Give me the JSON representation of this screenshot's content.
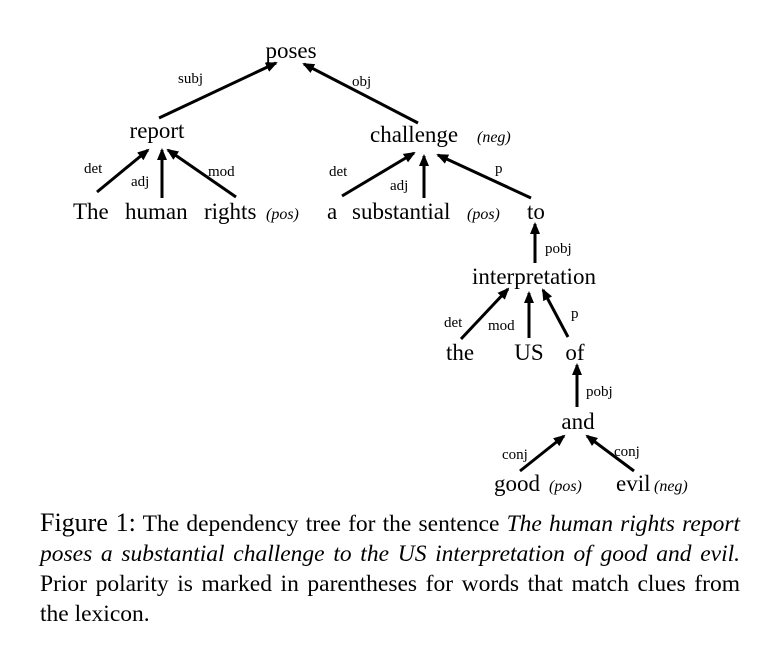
{
  "tree": {
    "nodes": {
      "poses": "poses",
      "report": "report",
      "challenge": "challenge",
      "challenge_pol": "(neg)",
      "the1": "The",
      "human": "human",
      "rights": "rights",
      "rights_pol": "(pos)",
      "a": "a",
      "substantial": "substantial",
      "substantial_pol": "(pos)",
      "to": "to",
      "interpretation": "interpretation",
      "the2": "the",
      "us": "US",
      "of": "of",
      "and": "and",
      "good": "good",
      "good_pol": "(pos)",
      "evil": "evil",
      "evil_pol": "(neg)"
    },
    "edges": {
      "subj": "subj",
      "obj": "obj",
      "det1": "det",
      "adj1": "adj",
      "mod1": "mod",
      "det2": "det",
      "adj2": "adj",
      "p1": "p",
      "pobj1": "pobj",
      "det3": "det",
      "mod2": "mod",
      "p2": "p",
      "pobj2": "pobj",
      "conj1": "conj",
      "conj2": "conj"
    }
  },
  "caption": {
    "label": "Figure 1:",
    "text_a": " The dependency tree for the sentence ",
    "sentence": "The human rights report poses a substantial challenge to the US interpretation of good and evil.",
    "text_b": " Prior polarity is marked in parentheses for words that match clues from the lexicon."
  }
}
